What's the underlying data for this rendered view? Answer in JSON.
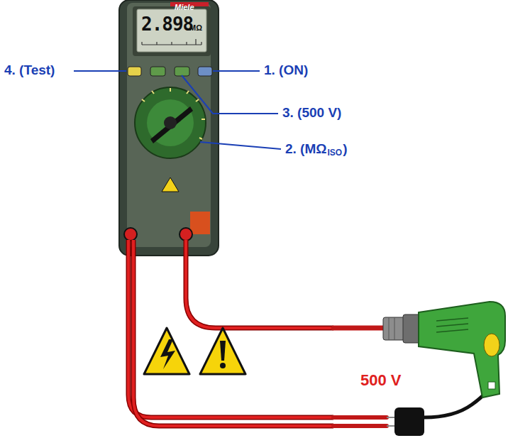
{
  "diagram": {
    "labels": [
      "Miele",
      "2.898",
      "MΩ",
      "4. (Test)",
      "1. (ON)",
      "3. (500 V)",
      "2. (MΩ",
      "ISO",
      ")",
      "500 V"
    ]
  }
}
